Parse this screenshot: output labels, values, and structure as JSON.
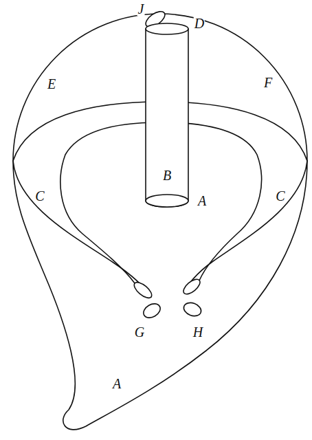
{
  "diagram": {
    "labels": [
      "J",
      "D",
      "E",
      "F",
      "B",
      "A",
      "C",
      "C",
      "G",
      "H",
      "A"
    ]
  }
}
